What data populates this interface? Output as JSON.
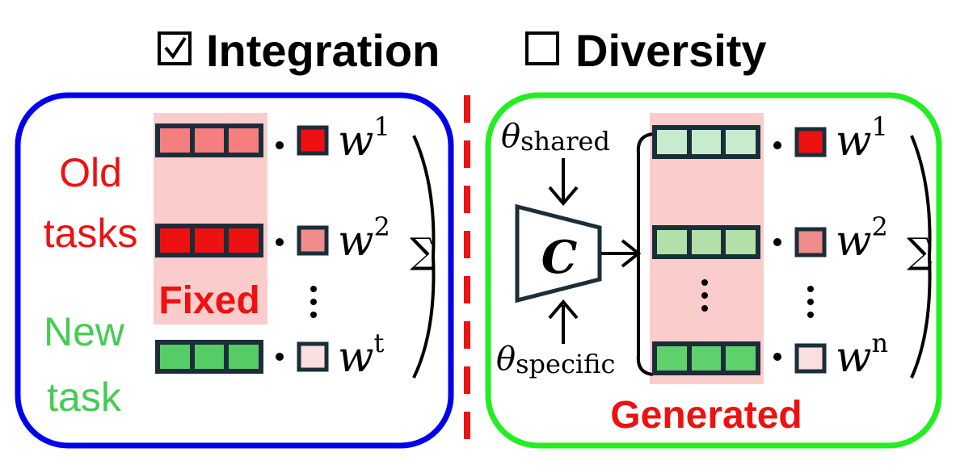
{
  "header": {
    "integration_checkbox": "☑",
    "integration_label": "Integration",
    "diversity_checkbox": "☐",
    "diversity_label": "Diversity"
  },
  "left_panel": {
    "old_tasks_line1": "Old",
    "old_tasks_line2": "tasks",
    "new_task_line1": "New",
    "new_task_line2": "task",
    "fixed_label": "Fixed",
    "weights": [
      {
        "base": "w",
        "sup": "1"
      },
      {
        "base": "w",
        "sup": "2"
      },
      {
        "base": "w",
        "sup": "t"
      }
    ],
    "vdots": "⋮",
    "sum_symbol": "∑",
    "dot": "•"
  },
  "right_panel": {
    "theta_shared_base": "θ",
    "theta_shared_sub": "shared",
    "theta_specific_base": "θ",
    "theta_specific_sub": "specific",
    "generator_label": "C",
    "generated_label": "Generated",
    "weights": [
      {
        "base": "w",
        "sup": "1"
      },
      {
        "base": "w",
        "sup": "2"
      },
      {
        "base": "w",
        "sup": "n"
      }
    ],
    "vdots": "⋮",
    "sum_symbol": "∑",
    "dot": "•"
  },
  "colors": {
    "left_border": "#0000ee",
    "right_border": "#22ee22",
    "divider": "#ee1111",
    "highlight_bg": "#fbcccc",
    "old_task_fill_1": "#f57f7f",
    "old_task_fill_2": "#ee1111",
    "new_task_fill": "#55cc66",
    "gen_fill_1": "#c6eccd",
    "gen_fill_2": "#b2e0a8",
    "gen_fill_3": "#5ed06c",
    "weight_1": "#ee1111",
    "weight_2": "#f08c8c",
    "weight_t": "#fbdede",
    "old_text": "#ee1111",
    "new_text": "#44cc55",
    "fixed_text": "#ee1111",
    "generated_text": "#ee1111",
    "outline": "#1a2e3a"
  }
}
